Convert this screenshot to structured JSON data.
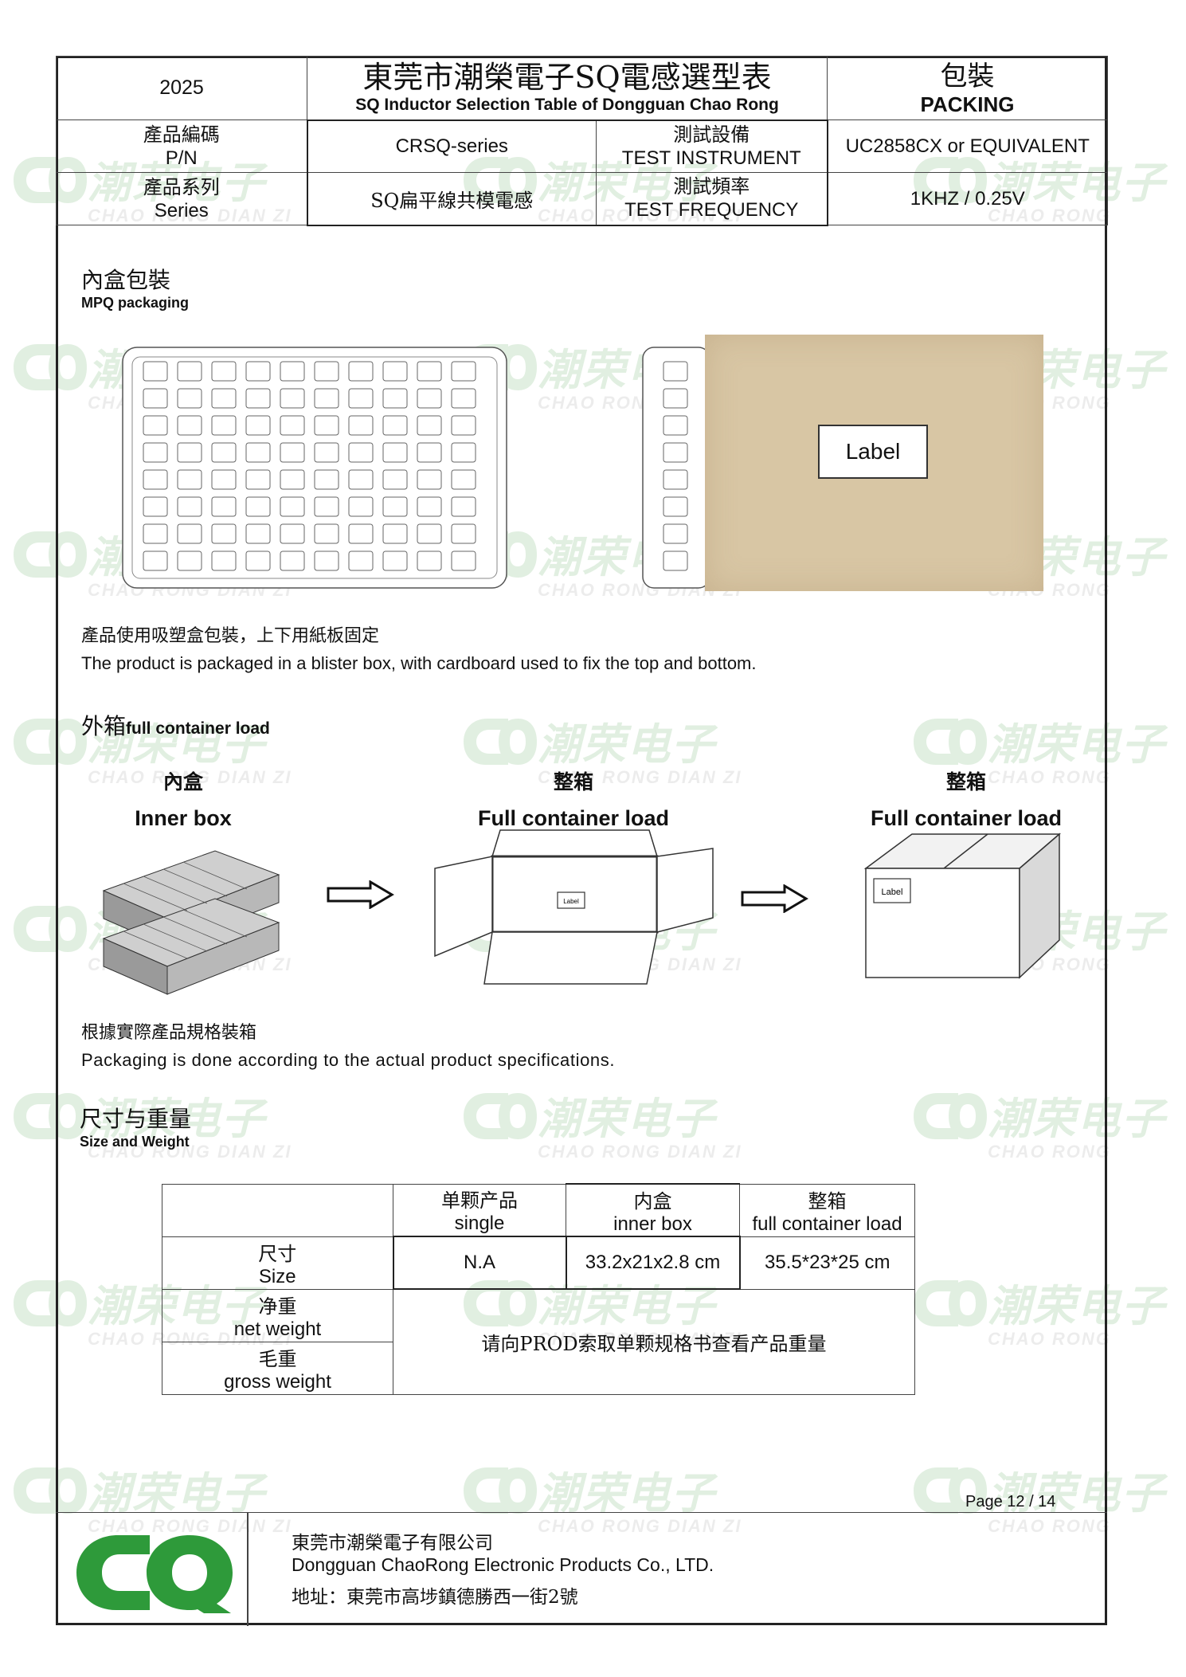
{
  "header": {
    "year": "2025",
    "title_cn": "東莞市潮榮電子SQ電感選型表",
    "title_en": "SQ Inductor Selection Table of Dongguan Chao Rong",
    "section_cn": "包裝",
    "section_en": "PACKING",
    "pn_label_cn": "產品編碼",
    "pn_label_en": "P/N",
    "pn_value": "CRSQ-series",
    "instrument_label_cn": "測試設備",
    "instrument_label_en": "TEST INSTRUMENT",
    "instrument_value": "UC2858CX or EQUIVALENT",
    "series_label_cn": "產品系列",
    "series_label_en": "Series",
    "series_value": "SQ扁平線共模電感",
    "freq_label_cn": "測試頻率",
    "freq_label_en": "TEST FREQUENCY",
    "freq_value": "1KHZ / 0.25V"
  },
  "watermark": {
    "cn": "潮荣电子",
    "en": "CHAO RONG DIAN ZI",
    "en_short": "CHAO RONG",
    "color": "#1f8a1f"
  },
  "mpq": {
    "heading_cn": "內盒包裝",
    "heading_en": "MPQ packaging",
    "label_text": "Label",
    "desc_cn": "產品使用吸塑盒包裝，上下用紙板固定",
    "desc_en": "The product is packaged in a blister box, with cardboard used to fix the top and bottom."
  },
  "outer": {
    "heading_cn": "外箱",
    "heading_en": "full container load",
    "col1_cn": "內盒",
    "col1_en": "Inner box",
    "col2_cn": "整箱",
    "col2_en": "Full container load",
    "col3_cn": "整箱",
    "col3_en": "Full container load",
    "box_label": "Label",
    "desc_cn": "根據實際產品規格裝箱",
    "desc_en": "Packaging is done according to the actual product specifications."
  },
  "size_weight": {
    "heading_cn": "尺寸与重量",
    "heading_en": "Size and Weight",
    "col_single_cn": "单颗产品",
    "col_single_en": "single",
    "col_inner_cn": "内盒",
    "col_inner_en": "inner box",
    "col_full_cn": "整箱",
    "col_full_en": "full container load",
    "row_size_cn": "尺寸",
    "row_size_en": "Size",
    "row_net_cn": "净重",
    "row_net_en": "net weight",
    "row_gross_cn": "毛重",
    "row_gross_en": "gross weight",
    "size_single": "N.A",
    "size_inner": "33.2x21x2.8 cm",
    "size_full": "35.5*23*25 cm",
    "weight_note": "请向PROD索取单颗规格书查看产品重量"
  },
  "page": {
    "text": "Page 12 / 14"
  },
  "footer": {
    "company_cn": "東莞市潮榮電子有限公司",
    "company_en": "Dongguan ChaoRong Electronic Products Co., LTD.",
    "address": "地址：東莞市高埗鎮德勝西一街2號",
    "logo_color": "#2e9a3a"
  }
}
